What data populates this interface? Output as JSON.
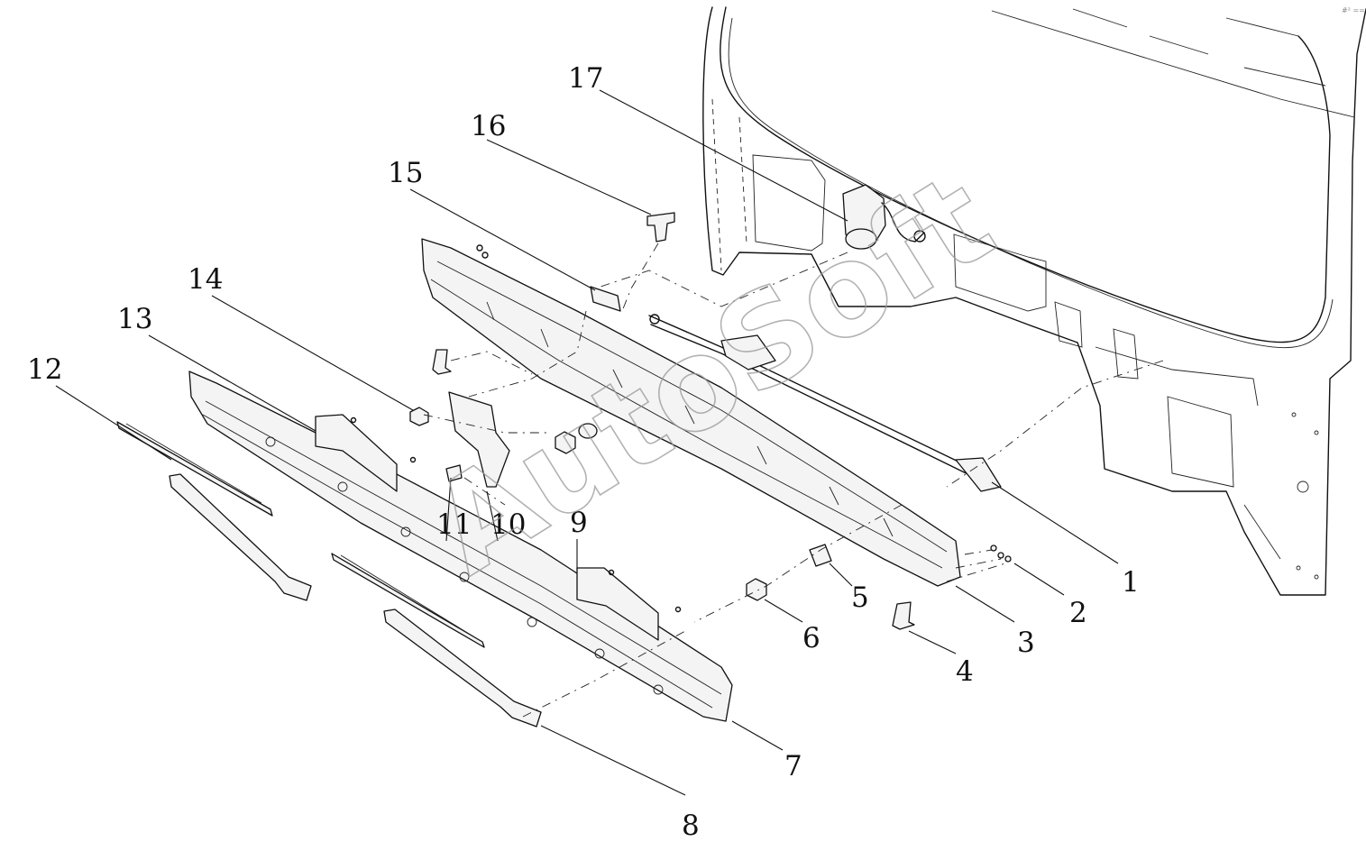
{
  "watermark": "AutoSoft",
  "corner_mark": "#² ===",
  "callouts": [
    {
      "id": "1",
      "label": "1"
    },
    {
      "id": "2",
      "label": "2"
    },
    {
      "id": "3",
      "label": "3"
    },
    {
      "id": "4",
      "label": "4"
    },
    {
      "id": "5",
      "label": "5"
    },
    {
      "id": "6",
      "label": "6"
    },
    {
      "id": "7",
      "label": "7"
    },
    {
      "id": "8",
      "label": "8"
    },
    {
      "id": "9",
      "label": "9"
    },
    {
      "id": "10",
      "label": "10"
    },
    {
      "id": "11",
      "label": "11"
    },
    {
      "id": "12",
      "label": "12"
    },
    {
      "id": "13",
      "label": "13"
    },
    {
      "id": "14",
      "label": "14"
    },
    {
      "id": "15",
      "label": "15"
    },
    {
      "id": "16",
      "label": "16"
    },
    {
      "id": "17",
      "label": "17"
    }
  ]
}
